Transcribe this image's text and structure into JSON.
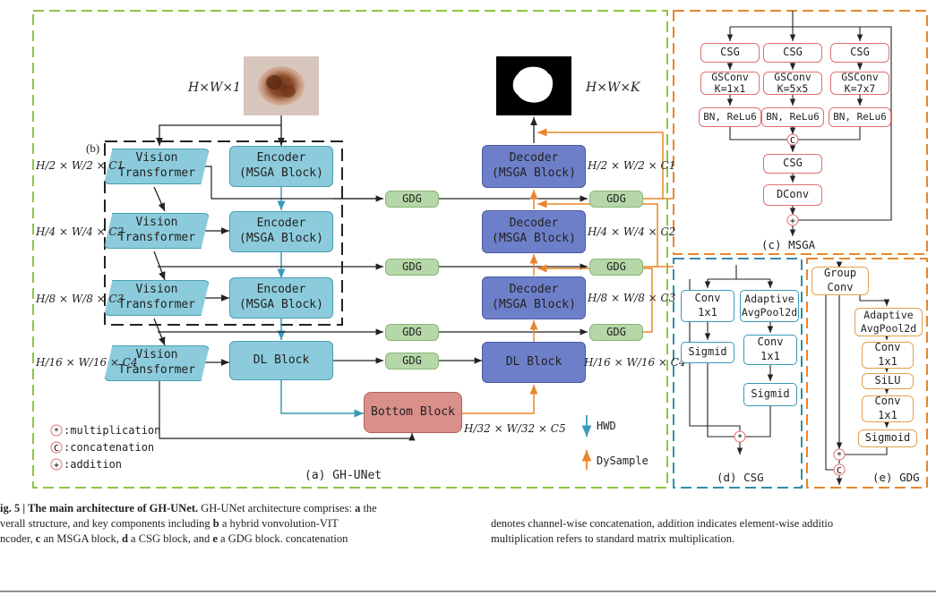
{
  "diagram": {
    "input_dim": "H×W×1",
    "output_dim": "H×W×K",
    "label_b": "(b)",
    "vision_transformer": "Vision\nTransformer",
    "encoder": "Encoder\n(MSGA Block)",
    "decoder": "Decoder\n(MSGA Block)",
    "dl_block": "DL Block",
    "gdg": "GDG",
    "bottom_block": "Bottom Block",
    "scales": {
      "s2": "H/2 × W/2 × C1",
      "s4": "H/4 × W/4 × C2",
      "s8": "H/8 × W/8 × C3",
      "s16": "H/16 × W/16 × C4",
      "s32": "H/32 × W/32 × C5"
    },
    "legend": {
      "mult": ":multiplication",
      "concat": ":concatenation",
      "add": ":addition",
      "hwd": "HWD",
      "dysample": "DySample"
    },
    "panel_a_title": "(a) GH-UNet",
    "msga": {
      "csg": "CSG",
      "gsconv1": "GSConv\nK=1x1",
      "gsconv2": "GSConv\nK=5x5",
      "gsconv3": "GSConv\nK=7x7",
      "bn": "BN, ReLu6",
      "dconv": "DConv",
      "title": "(c) MSGA"
    },
    "csg_panel": {
      "conv": "Conv\n1x1",
      "sigmid": "Sigmid",
      "adaptive": "Adaptive\nAvgPool2d",
      "title": "(d) CSG"
    },
    "gdg_panel": {
      "group_conv": "Group\nConv",
      "adaptive": "Adaptive\nAvgPool2d",
      "conv": "Conv\n1x1",
      "silu": "SiLU",
      "sigmoid": "Sigmoid",
      "title": "(e) GDG"
    },
    "colors": {
      "green_dash": "#8cc63f",
      "orange_dash": "#e8862c",
      "teal_dash": "#2e8fa8",
      "hwd_arrow": "#3a9bb8",
      "dysample_arrow": "#e8862c"
    }
  },
  "caption": {
    "fig_label": "ig. 5 | The main architecture of GH-UNet.",
    "line1_rest": " GH-UNet architecture comprises: ",
    "a": "a",
    "line1_end": " the",
    "line2": "verall structure, and key components including ",
    "b": "b",
    "line2_end": " a hybrid vonvolution-VIT",
    "line3": "ncoder, ",
    "c": "c",
    "line3_mid": " an MSGA block, ",
    "d": "d",
    "line3_mid2": " a CSG block, and ",
    "e": "e",
    "line3_end": " a GDG block. concatenation",
    "right1": "denotes channel-wise concatenation, addition indicates element-wise additio",
    "right2": "multiplication refers to standard matrix multiplication."
  }
}
